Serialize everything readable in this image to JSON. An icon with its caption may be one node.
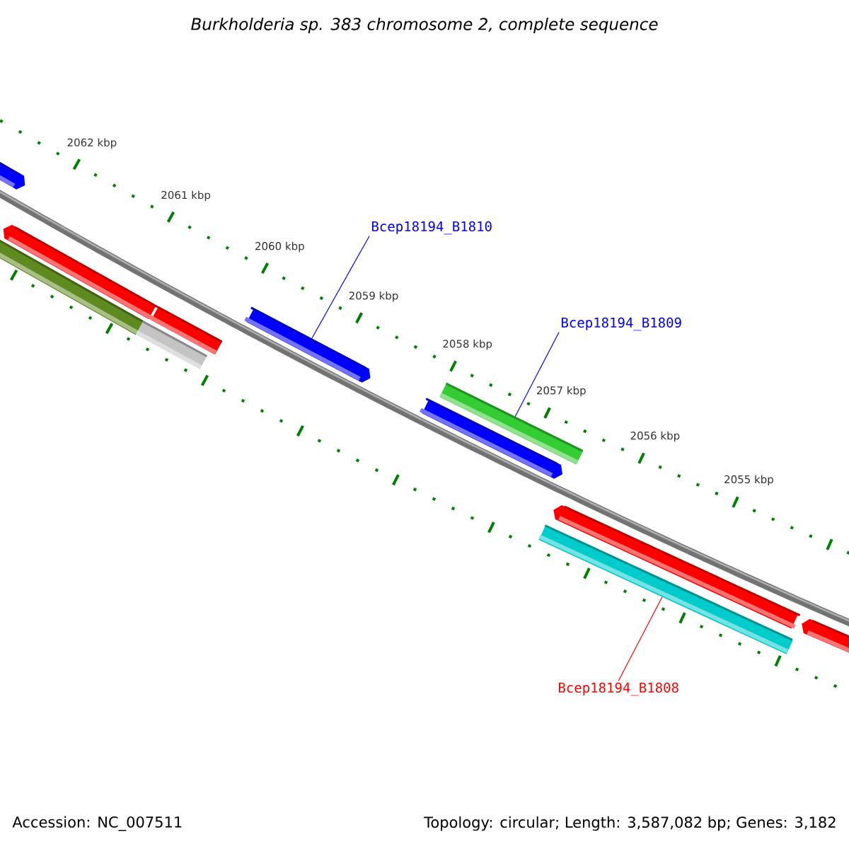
{
  "diagram": {
    "title": "Burkholderia sp. 383 chromosome 2, complete sequence",
    "nodes": [
      {
        "text": [
          "Bcep18194_B1810"
        ]
      },
      {
        "text": [],
        "shape": "bar"
      },
      {
        "text": [
          "Bcep18194_B1809"
        ]
      },
      {
        "text": [],
        "shape": "bar"
      },
      {
        "text": [],
        "shape": "bar"
      },
      {
        "text": [
          "Bcep18194_B1808"
        ]
      }
    ],
    "edges": [
      {
        "from": 0,
        "to": 1,
        "arrow": "none",
        "color": "#0000ff"
      },
      {
        "from": 2,
        "to": 3,
        "arrow": "none",
        "color": "#0000ff"
      },
      {
        "from": 5,
        "to": 4,
        "arrow": "none",
        "color": "#ff0000"
      }
    ],
    "labels": [
      "2062 kbp",
      "2061 kbp",
      "2060 kbp",
      "2059 kbp",
      "2058 kbp",
      "2057 kbp",
      "2056 kbp",
      "2055 kbp",
      "Accession: NC_007511",
      "Topology: circular; Length: 3,587,082 bp; Genes: 3,182"
    ]
  }
}
